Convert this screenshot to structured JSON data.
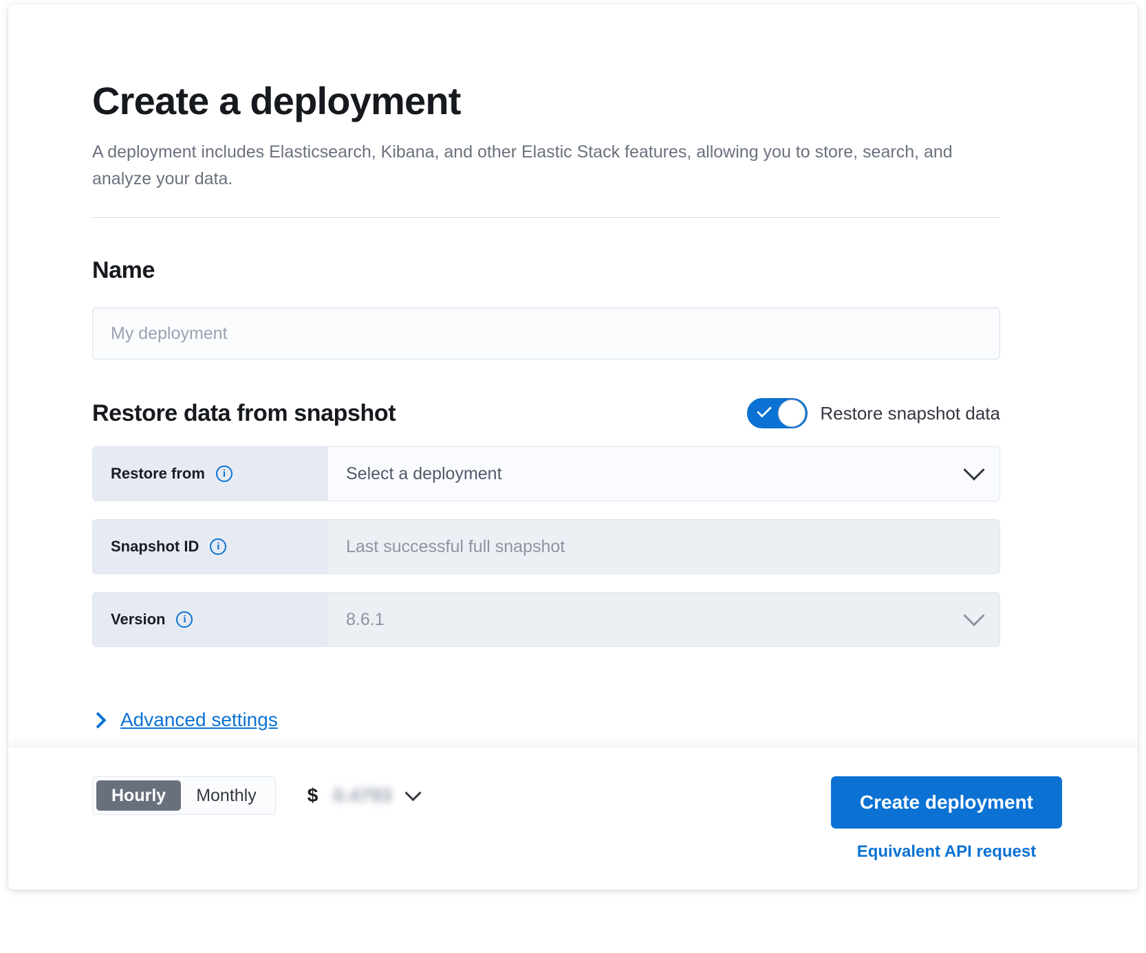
{
  "page": {
    "title": "Create a deployment",
    "description": "A deployment includes Elasticsearch, Kibana, and other Elastic Stack features, allowing you to store, search, and analyze your data."
  },
  "name_section": {
    "heading": "Name",
    "input_value": "",
    "input_placeholder": "My deployment"
  },
  "restore_section": {
    "heading": "Restore data from snapshot",
    "toggle_label": "Restore snapshot data",
    "toggle_on": true,
    "rows": [
      {
        "label": "Restore from",
        "value": "Select a deployment",
        "state": "enabled",
        "has_chevron": true,
        "info": "i"
      },
      {
        "label": "Snapshot ID",
        "value": "Last successful full snapshot",
        "state": "disabled",
        "has_chevron": false,
        "info": "i"
      },
      {
        "label": "Version",
        "value": "8.6.1",
        "state": "disabled",
        "has_chevron": true,
        "info": "i"
      }
    ],
    "advanced_settings": "Advanced settings"
  },
  "footer": {
    "billing_options": [
      "Hourly",
      "Monthly"
    ],
    "billing_selected": "Hourly",
    "currency_symbol": "$",
    "price": "0.4793",
    "create_button": "Create deployment",
    "api_link": "Equivalent API request"
  },
  "colors": {
    "accent": "#0b72d4",
    "text": "#16191d",
    "muted": "#6a717d",
    "label_bg": "#e6eaf2",
    "disabled_bg": "#eceff4",
    "segment_active": "#69707d"
  }
}
